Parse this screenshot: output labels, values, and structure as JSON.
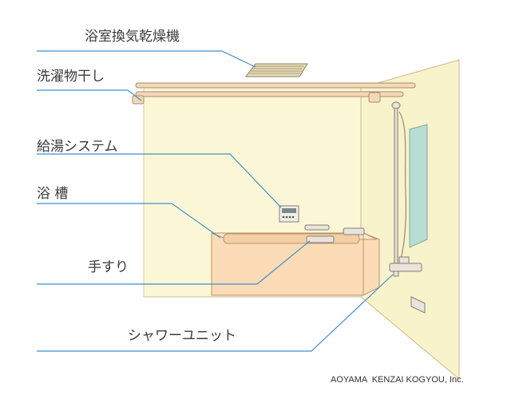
{
  "labels": {
    "ventilator": "浴室換気乾燥機",
    "drying_pole": "洗濯物干し",
    "hot_water": "給湯システム",
    "bathtub": "浴 槽",
    "handrail": "手すり",
    "shower_unit": "シャワーユニット"
  },
  "credit": "AOYAMA  KENZAI KOGYOU, Inc.",
  "colors": {
    "wall_back": "#fbf7d6",
    "wall_side": "#f9f3cb",
    "tub_body": "#fbdcb6",
    "tub_outline": "#b8946e",
    "pole": "#f3d9b8",
    "window": "#b6ded2",
    "leader_line": "#3d8fcf"
  }
}
